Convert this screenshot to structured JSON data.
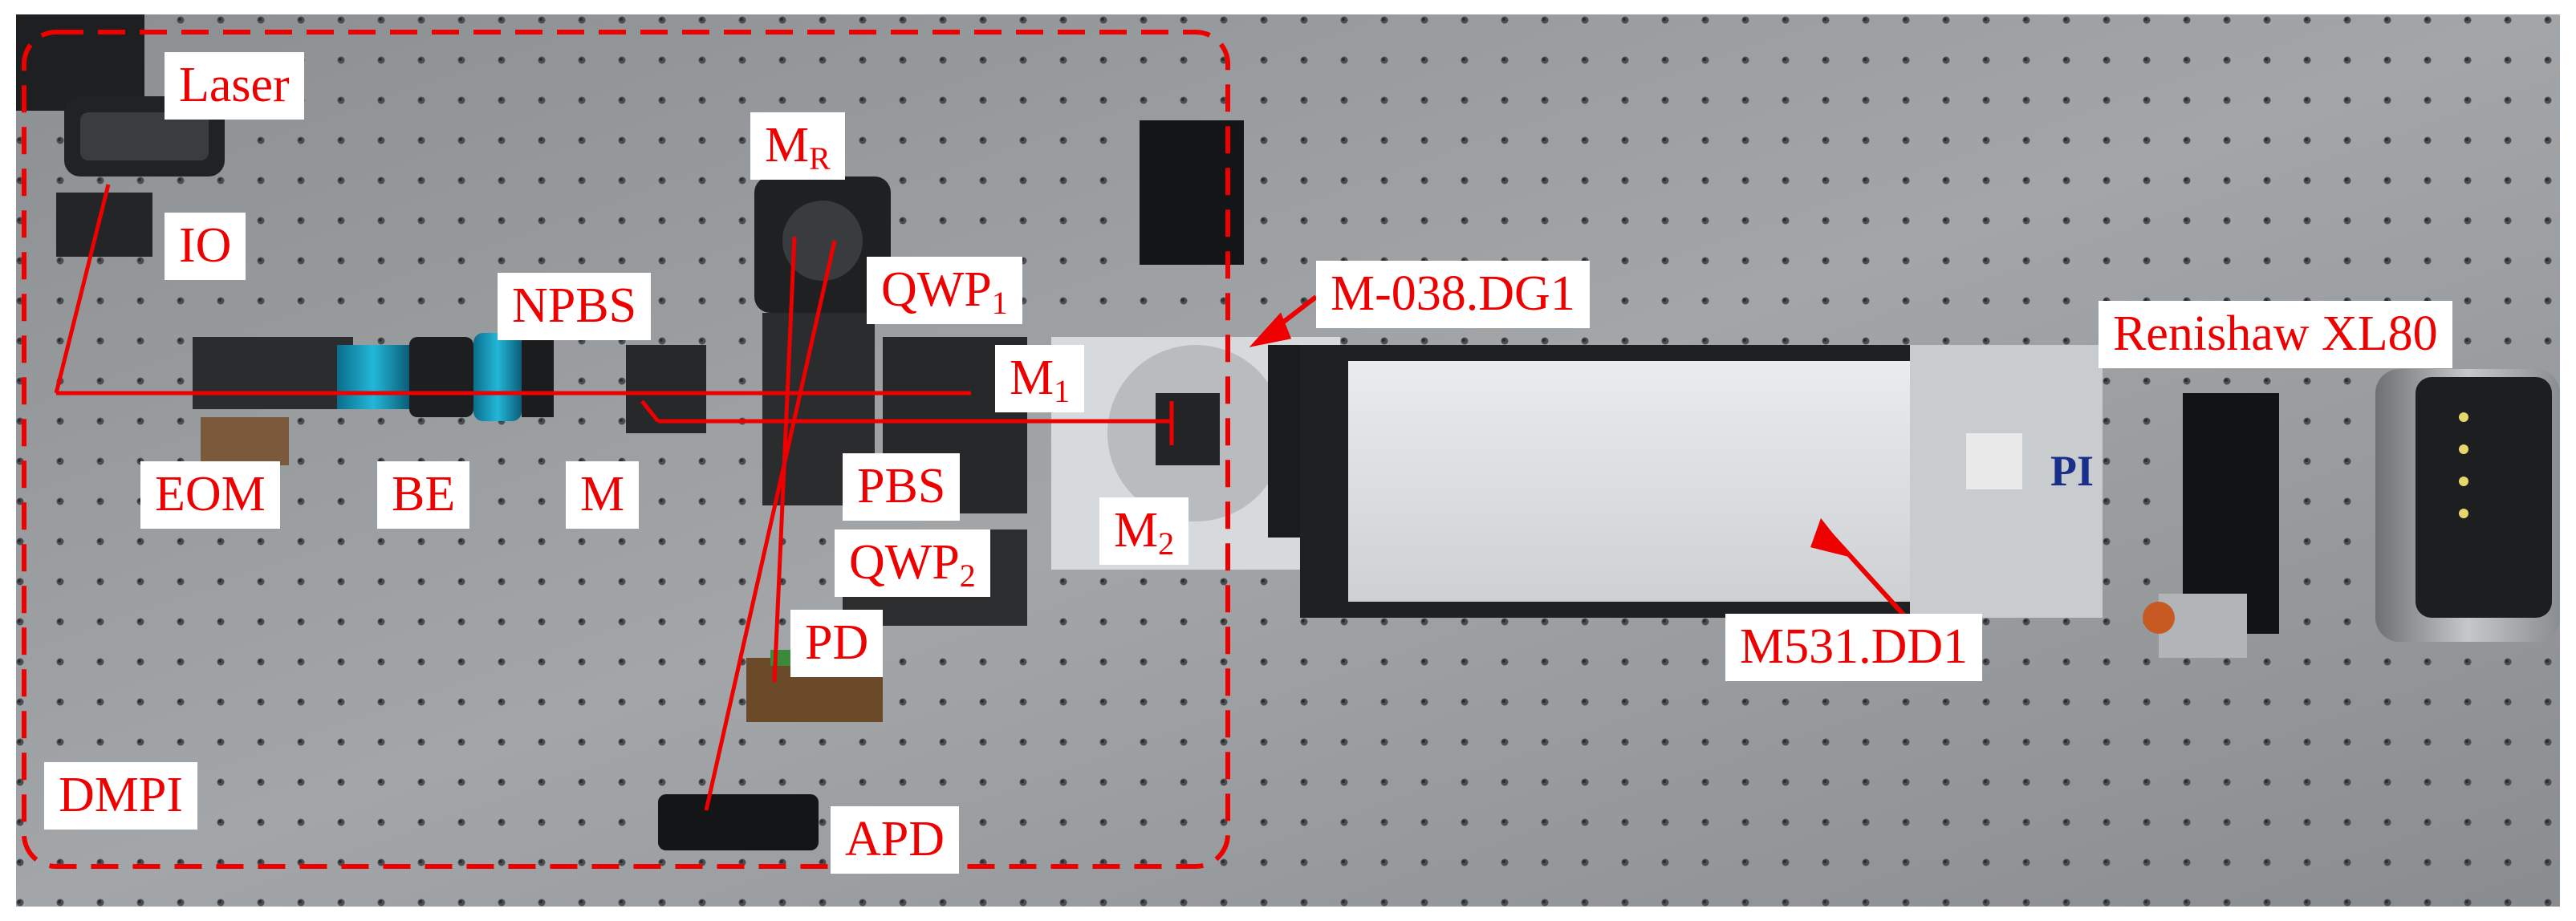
{
  "labels": {
    "laser": "Laser",
    "io": "IO",
    "eom": "EOM",
    "be": "BE",
    "npbs": "NPBS",
    "m": "M",
    "mr_main": "M",
    "mr_sub": "R",
    "qwp1_main": "QWP",
    "qwp1_sub": "1",
    "m1_main": "M",
    "m1_sub": "1",
    "pbs": "PBS",
    "m2_main": "M",
    "m2_sub": "2",
    "qwp2_main": "QWP",
    "qwp2_sub": "2",
    "pd": "PD",
    "apd": "APD",
    "dmpi": "DMPI",
    "m038": "M-038.DG1",
    "renishaw": "Renishaw XL80",
    "m531": "M531.DD1",
    "pi_logo": "PI"
  },
  "colors": {
    "annotation_red": "#ee0000",
    "table_gray": "#8f9294",
    "label_bg": "#ffffff"
  }
}
